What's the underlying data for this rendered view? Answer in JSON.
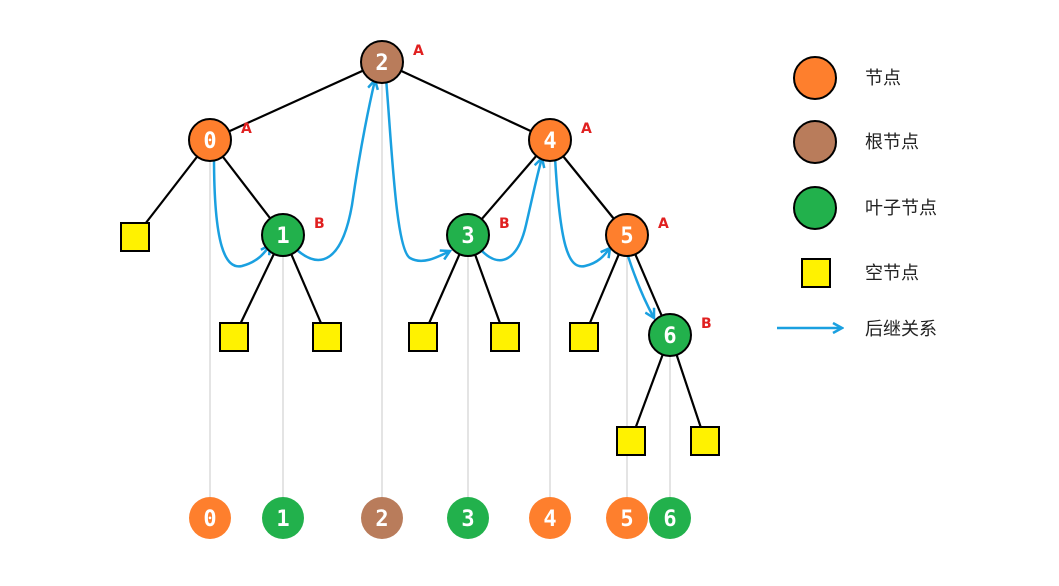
{
  "colors": {
    "node": "#fe7f2d",
    "root": "#b97c5b",
    "leaf": "#22b14c",
    "null_node": "#fff200",
    "successor": "#1aa0e0",
    "tag": "#e02020",
    "guide": "#c8c8c8"
  },
  "tree": {
    "n2": {
      "label": "2",
      "tag": "A",
      "kind": "root"
    },
    "n0": {
      "label": "0",
      "tag": "A",
      "kind": "node"
    },
    "n4": {
      "label": "4",
      "tag": "A",
      "kind": "node"
    },
    "n1": {
      "label": "1",
      "tag": "B",
      "kind": "leaf"
    },
    "n3": {
      "label": "3",
      "tag": "B",
      "kind": "leaf"
    },
    "n5": {
      "label": "5",
      "tag": "A",
      "kind": "node"
    },
    "n6": {
      "label": "6",
      "tag": "B",
      "kind": "leaf"
    }
  },
  "sequence": [
    {
      "label": "0",
      "kind": "node"
    },
    {
      "label": "1",
      "kind": "leaf"
    },
    {
      "label": "2",
      "kind": "root"
    },
    {
      "label": "3",
      "kind": "leaf"
    },
    {
      "label": "4",
      "kind": "node"
    },
    {
      "label": "5",
      "kind": "node"
    },
    {
      "label": "6",
      "kind": "leaf"
    }
  ],
  "legend": {
    "node": "节点",
    "root": "根节点",
    "leaf": "叶子节点",
    "null_node": "空节点",
    "successor": "后继关系"
  }
}
